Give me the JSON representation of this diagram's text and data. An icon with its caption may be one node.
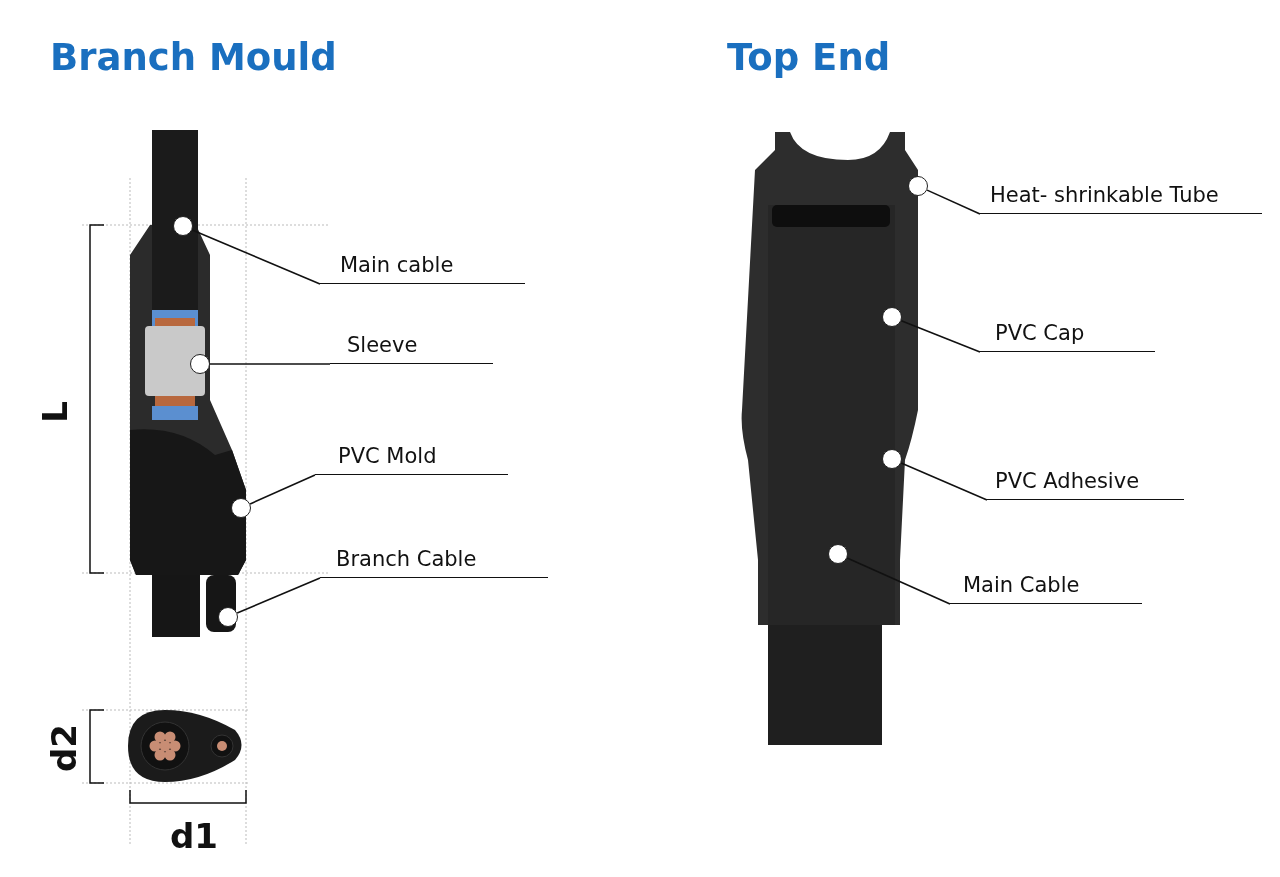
{
  "diagram": {
    "nodes": [
      {
        "text": [
          "Main cable"
        ]
      },
      {
        "text": [
          "Sleeve"
        ]
      },
      {
        "text": [
          "PVC Mold"
        ]
      },
      {
        "text": [
          "Branch Cable"
        ]
      },
      {
        "text": [
          "Heat- shrinkable Tube"
        ]
      },
      {
        "text": [
          "PVC Cap"
        ]
      },
      {
        "text": [
          "PVC Adhesive"
        ]
      },
      {
        "text": [
          "Main Cable"
        ]
      },
      {
        "text": [],
        "shape": "circle"
      },
      {
        "text": [],
        "shape": "circle"
      },
      {
        "text": [],
        "shape": "circle"
      },
      {
        "text": [],
        "shape": "circle"
      },
      {
        "text": [],
        "shape": "circle"
      },
      {
        "text": [],
        "shape": "circle"
      },
      {
        "text": [],
        "shape": "circle"
      },
      {
        "text": [],
        "shape": "circle"
      }
    ],
    "edges": [
      {
        "from": 0,
        "to": 8,
        "arrow": "none"
      },
      {
        "from": 1,
        "to": 9,
        "arrow": "none"
      },
      {
        "from": 2,
        "to": 10,
        "arrow": "none"
      },
      {
        "from": 3,
        "to": 11,
        "arrow": "none"
      },
      {
        "from": 4,
        "to": 12,
        "arrow": "none"
      },
      {
        "from": 5,
        "to": 13,
        "arrow": "none"
      },
      {
        "from": 6,
        "to": 14,
        "arrow": "none"
      },
      {
        "from": 7,
        "to": 15,
        "arrow": "none"
      }
    ],
    "labels": [
      "Branch Mould",
      "Top End",
      "L",
      "d2",
      "d1"
    ]
  }
}
